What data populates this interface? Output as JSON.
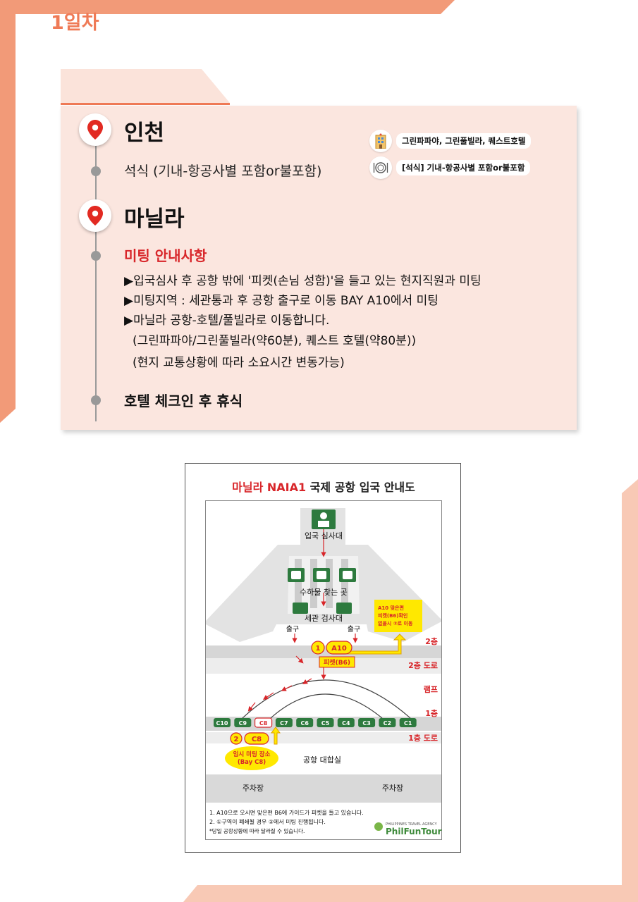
{
  "day": {
    "label": "1일차"
  },
  "stops": [
    {
      "city": "인천",
      "meal": "석식 (기내-항공사별 포함or불포함)"
    },
    {
      "city": "마닐라"
    }
  ],
  "side_info": {
    "hotel": "그린파파야, 그린풀빌라, 퀘스트호텔",
    "meal": "[석식] 기내-항공사별 포함or불포함"
  },
  "meeting": {
    "title": "미팅 안내사항",
    "lines": [
      "▶입국심사 후 공항 밖에 '피켓(손님 성함)'을 들고 있는 현지직원과 미팅",
      "▶미팅지역 : 세관통과 후 공항 출구로 이동 BAY A10에서 미팅",
      "▶마닐라 공항-호텔/풀빌라로 이동합니다.",
      "(그린파파야/그린풀빌라(약60분), 퀘스트 호텔(약80분))",
      "(현지 교통상황에 따라 소요시간 변동가능)"
    ]
  },
  "final": "호텔 체크인 후 휴식",
  "map": {
    "title_red": "마닐라 NAIA1",
    "title_rest": " 국제 공항 입국 안내도",
    "immigration": "입국 심사대",
    "baggage": "수하물 찾는 곳",
    "customs": "세관 검사대",
    "exit": "출구",
    "note_yellow": [
      "A10 맞은편",
      "피켓(B6)확인",
      "없을시 ②로 이동"
    ],
    "a10": "A10",
    "picket": "피켓(B6)",
    "floor2": "2층",
    "road2": "2층 도로",
    "ramp": "램프",
    "floor1": "1층",
    "road1": "1층 도로",
    "bays": [
      "C10",
      "C9",
      "C8",
      "C7",
      "C6",
      "C5",
      "C4",
      "C3",
      "C2",
      "C1"
    ],
    "c8": "C8",
    "num1": "1",
    "num2": "2",
    "temp_meeting": [
      "임시 미팅 장소",
      "(Bay C8)"
    ],
    "hall": "공항 대합실",
    "parking": "주차장",
    "notes": [
      "1. A10으로 오시면 맞은편 B6에 가이드가 피켓을 들고 있습니다.",
      "2. ①구역이 폐쇄될 경우 ②에서 미팅 진행됩니다.",
      "*당일 공항상황에 따라 달라질 수 있습니다."
    ],
    "logo_small": "PHILIPPINES TRAVEL AGENCY",
    "logo": "PhilFunTour"
  },
  "colors": {
    "accent": "#ef7a56",
    "panel": "#fbe6df",
    "red": "#d8262a",
    "green": "#2d7a3e",
    "yellow": "#ffe800"
  }
}
